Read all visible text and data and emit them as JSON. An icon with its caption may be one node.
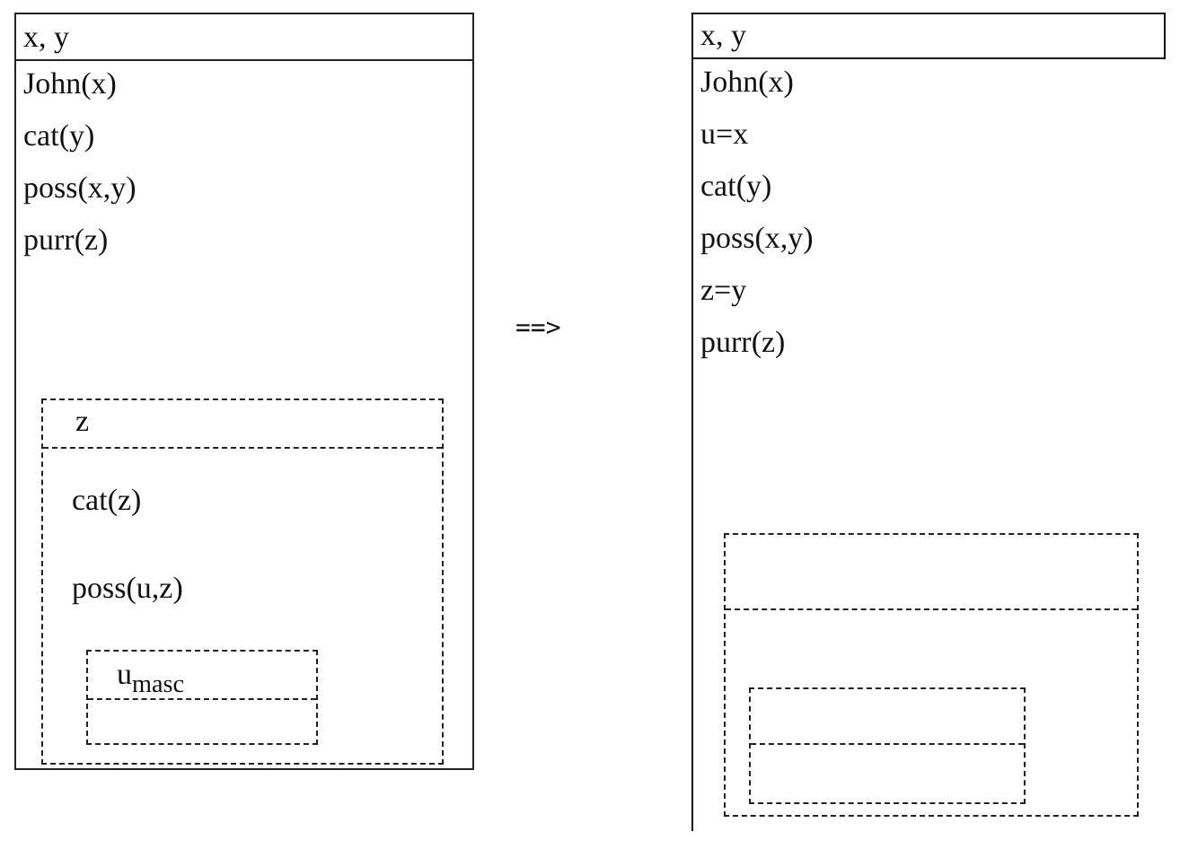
{
  "diagram": {
    "nodes": [
      {
        "text": [
          "x, y",
          "John(x)",
          "cat(y)",
          "poss(x,y)",
          "purr(z)"
        ]
      },
      {
        "text": [
          "z",
          "cat(z)",
          "poss(u,z)"
        ],
        "in": 0
      },
      {
        "text": [
          "u$_{masc}$"
        ],
        "in": 1
      },
      {
        "text": [
          "x, y",
          "John(x)",
          "u=x",
          "cat(y)",
          "poss(x,y)",
          "z=y",
          "purr(z)"
        ]
      },
      {
        "text": [],
        "shape": "box",
        "in": 3
      },
      {
        "text": [],
        "shape": "box",
        "in": 4
      }
    ],
    "labels": [
      "==>"
    ]
  }
}
